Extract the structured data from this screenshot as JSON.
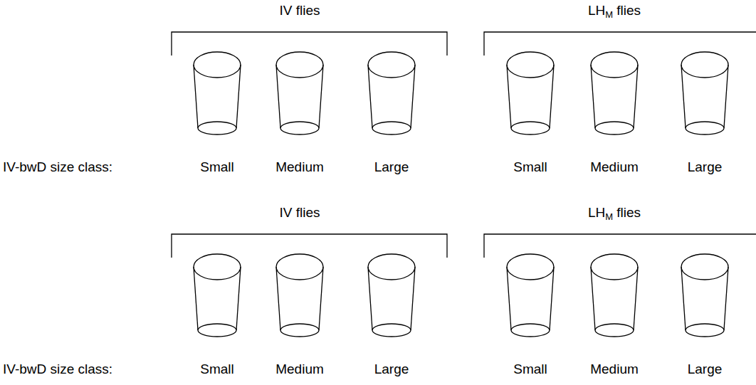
{
  "diagram": {
    "labels": [
      "IV flies",
      "LH",
      "M",
      "flies",
      "IV-bwD size class:",
      "Small",
      "Medium",
      "Large",
      "Small",
      "Medium",
      "Large",
      "IV flies",
      "LH",
      "M",
      "flies",
      "IV-bwD size class:",
      "Small",
      "Medium",
      "Large",
      "Small",
      "Medium",
      "Large"
    ]
  }
}
